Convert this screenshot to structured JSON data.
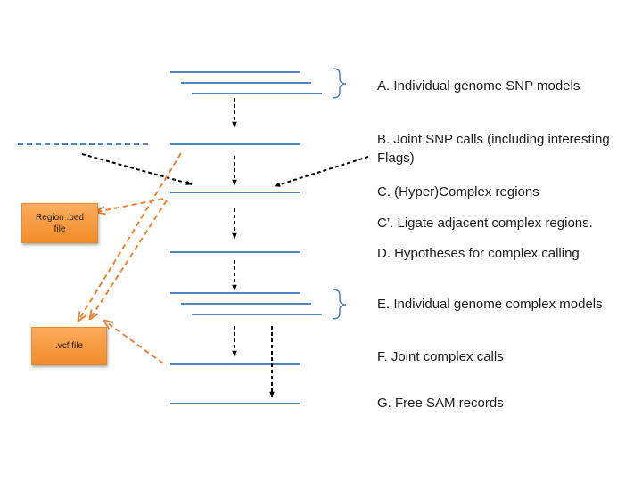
{
  "steps": {
    "a": "A. Individual genome SNP models",
    "b_line1": "B. Joint SNP calls (including interesting",
    "b_line2": "Flags)",
    "c": "C. (Hyper)Complex regions",
    "c_prime": "C’. Ligate adjacent complex regions.",
    "d": "D. Hypotheses for complex calling",
    "e": "E. Individual genome complex models",
    "f": "F. Joint complex calls",
    "g": "G. Free SAM records"
  },
  "files": {
    "region_bed_line1": "Region .bed",
    "region_bed_line2": "file",
    "vcf": ".vcf file"
  },
  "colors": {
    "line": "#4f81bd",
    "arrow_black": "#000000",
    "arrow_orange": "#e9853a",
    "box_fill": "#f79646",
    "text": "#1a1a1a"
  }
}
